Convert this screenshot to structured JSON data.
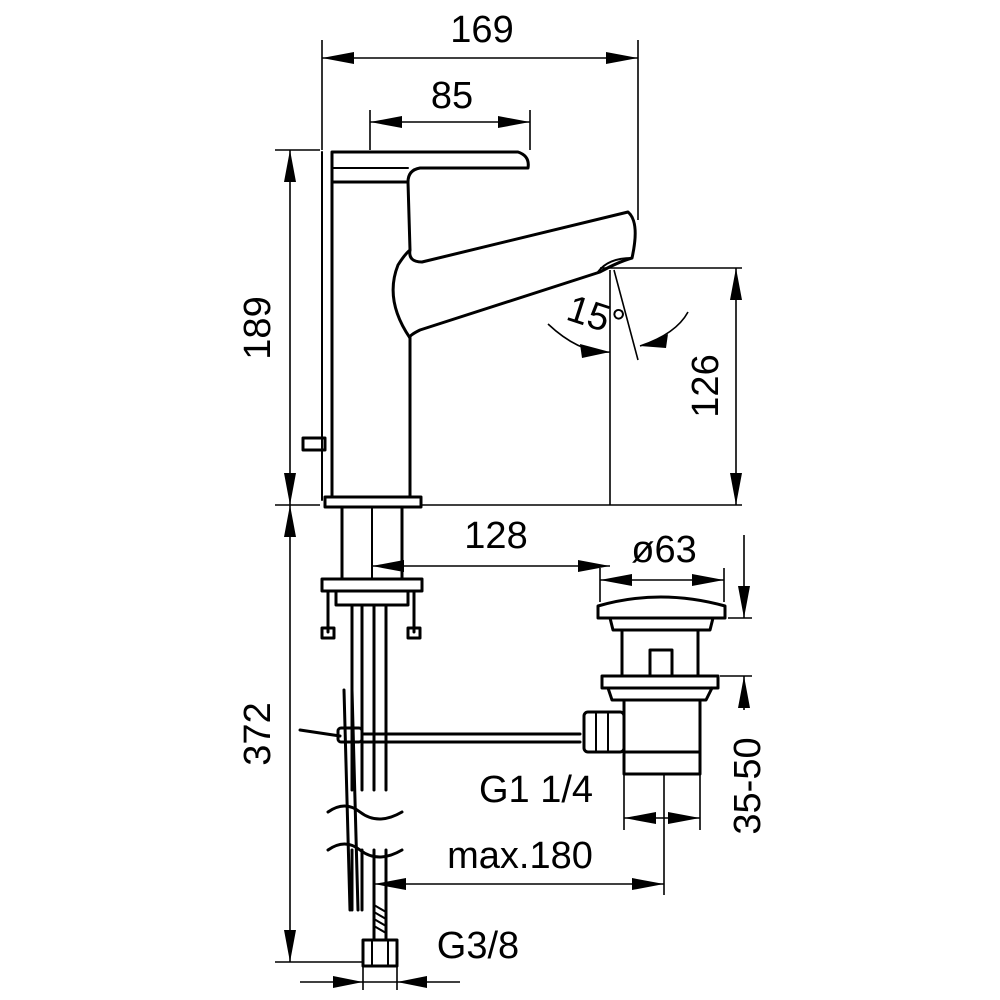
{
  "dimensions": {
    "total_width": "169",
    "lever_width": "85",
    "body_height": "189",
    "spout_height": "126",
    "spout_angle": "15°",
    "spout_reach": "128",
    "waste_diameter": "ø63",
    "waste_thread": "G1 1/4",
    "waste_adjust": "35-50",
    "max_distance": "max.180",
    "hose_length": "372",
    "hose_thread": "G3/8"
  }
}
